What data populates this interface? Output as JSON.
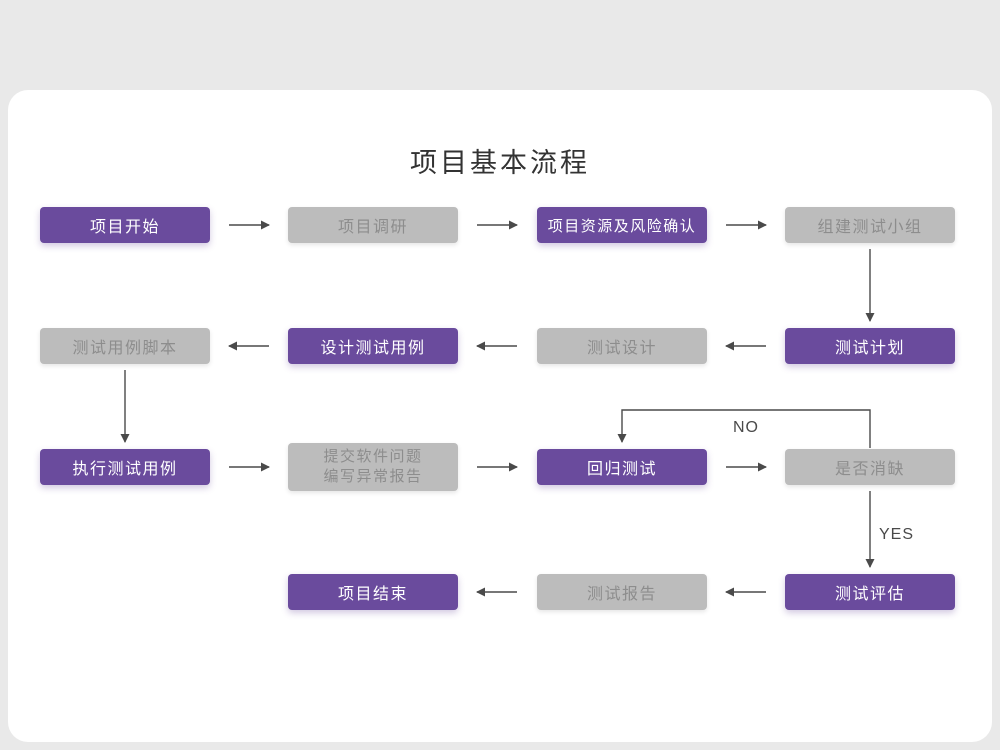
{
  "title": "项目基本流程",
  "colors": {
    "purple": "#6a4b9d",
    "graybox": "#bcbcbc",
    "graytext": "#8d8d8d",
    "pagebg": "#e9e9e9",
    "arrow": "#4a4a4a"
  },
  "labels": {
    "no": "NO",
    "yes": "YES"
  },
  "nodes": [
    {
      "label": "项目开始"
    },
    {
      "label": "项目调研"
    },
    {
      "label": "项目资源及风险确认"
    },
    {
      "label": "组建测试小组"
    },
    {
      "label": "测试用例脚本"
    },
    {
      "label": "设计测试用例"
    },
    {
      "label": "测试设计"
    },
    {
      "label": "测试计划"
    },
    {
      "label": "执行测试用例"
    },
    {
      "label": "提交软件问题",
      "label2": "编写异常报告"
    },
    {
      "label": "回归测试"
    },
    {
      "label": "是否消缺"
    },
    {
      "label": "项目结束"
    },
    {
      "label": "测试报告"
    },
    {
      "label": "测试评估"
    }
  ]
}
